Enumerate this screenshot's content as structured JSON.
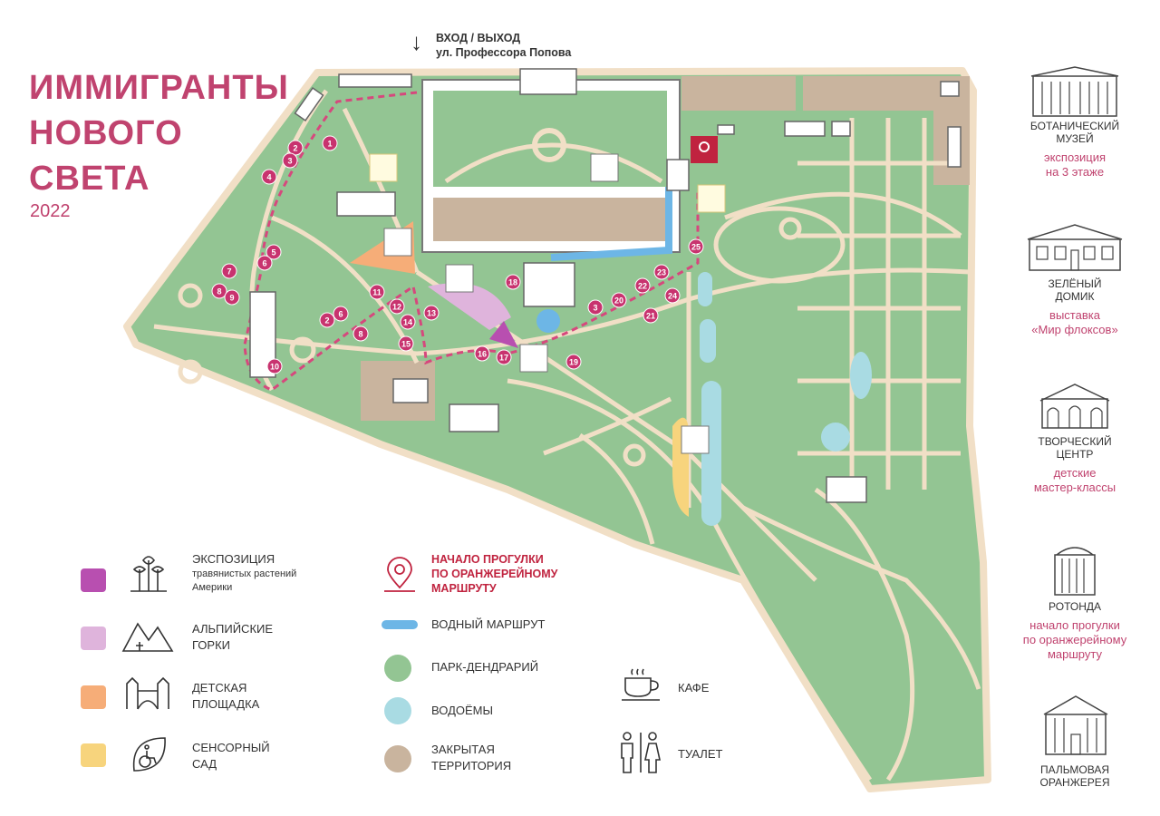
{
  "title": {
    "line1": "ИММИГРАНТЫ",
    "line2": "НОВОГО",
    "line3": "СВЕТА",
    "year": "2022"
  },
  "entrance": {
    "line1": "ВХОД / ВЫХОД",
    "line2": "ул. Профессора Попова"
  },
  "route_points": [
    "1",
    "2",
    "3",
    "4",
    "5",
    "6",
    "7",
    "8",
    "9",
    "10",
    "11",
    "12",
    "13",
    "14",
    "15",
    "16",
    "17",
    "18",
    "3",
    "20",
    "21",
    "22",
    "23",
    "24",
    "25",
    "2",
    "6",
    "8",
    "19"
  ],
  "buildings": [
    {
      "name_l1": "БОТАНИЧЕСКИЙ",
      "name_l2": "МУЗЕЙ",
      "desc_l1": "экспозиция",
      "desc_l2": "на 3 этаже"
    },
    {
      "name_l1": "ЗЕЛЁНЫЙ",
      "name_l2": "ДОМИК",
      "desc_l1": "выставка",
      "desc_l2": "«Мир флоксов»"
    },
    {
      "name_l1": "ТВОРЧЕСКИЙ",
      "name_l2": "ЦЕНТР",
      "desc_l1": "детские",
      "desc_l2": "мастер-классы"
    },
    {
      "name_l1": "РОТОНДА",
      "name_l2": "",
      "desc_l1": "начало прогулки",
      "desc_l2": "по оранжерейному",
      "desc_l3": "маршруту"
    },
    {
      "name_l1": "ПАЛЬМОВАЯ",
      "name_l2": "ОРАНЖЕРЕЯ",
      "desc_l1": "",
      "desc_l2": ""
    }
  ],
  "legend": {
    "exposition": {
      "l1": "ЭКСПОЗИЦИЯ",
      "l2": "травянистых растений",
      "l3": "Америки",
      "color": "#b84fb0"
    },
    "alpine": {
      "l1": "АЛЬПИЙСКИЕ",
      "l2": "ГОРКИ",
      "color": "#dfb4dc"
    },
    "playground": {
      "l1": "ДЕТСКАЯ",
      "l2": "ПЛОЩАДКА",
      "color": "#f6ad78"
    },
    "sensory": {
      "l1": "СЕНСОРНЫЙ",
      "l2": "САД",
      "color": "#f7d47d"
    },
    "start": {
      "l1": "НАЧАЛО ПРОГУЛКИ",
      "l2": "ПО ОРАНЖЕРЕЙНОМУ",
      "l3": "МАРШРУТУ",
      "color": "#c0233f"
    },
    "water_route": {
      "label": "ВОДНЫЙ МАРШРУТ",
      "color": "#6db6e6"
    },
    "park": {
      "label": "ПАРК-ДЕНДРАРИЙ",
      "color": "#93c593"
    },
    "ponds": {
      "label": "ВОДОЁМЫ",
      "color": "#a9dbe3"
    },
    "closed": {
      "l1": "ЗАКРЫТАЯ",
      "l2": "ТЕРРИТОРИЯ",
      "color": "#c9b49e"
    },
    "cafe": {
      "label": "КАФЕ"
    },
    "toilet": {
      "label": "ТУАЛЕТ"
    }
  },
  "colors": {
    "park": "#93c593",
    "path": "#f1dfc6",
    "route": "#d6487d",
    "brand": "#c0436f"
  }
}
